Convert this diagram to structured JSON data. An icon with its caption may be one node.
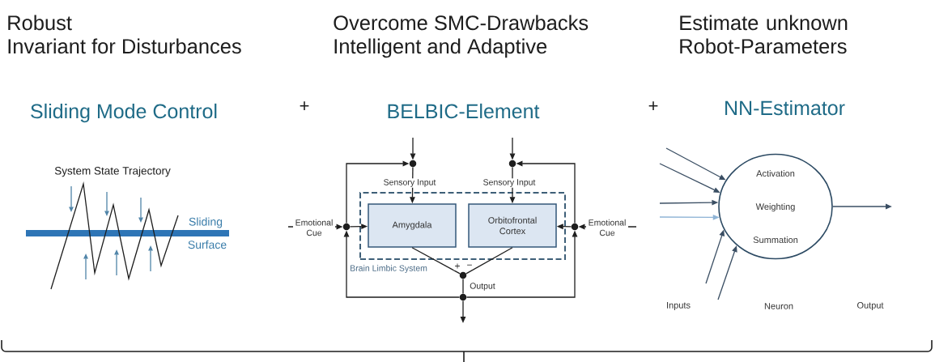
{
  "diagram": {
    "nodes": [
      {
        "text": [
          "Brain Limbic System"
        ]
      },
      {
        "text": [
          "Amygdala"
        ],
        "in": 0
      },
      {
        "text": [
          "Orbitofrontal Cortex"
        ],
        "in": 0
      },
      {
        "text": [],
        "shape": "circle"
      },
      {
        "text": [],
        "shape": "circle"
      },
      {
        "text": [],
        "shape": "circle"
      },
      {
        "text": [],
        "shape": "circle"
      },
      {
        "text": [],
        "shape": "circle"
      },
      {
        "text": [],
        "shape": "circle"
      },
      {
        "text": [
          "Activation",
          "Weighting",
          "Summation"
        ]
      }
    ],
    "edges": [
      {
        "from": null,
        "to": 3,
        "arrow": "to"
      },
      {
        "from": 3,
        "to": 1,
        "arrow": "to",
        "label": "Sensory Input"
      },
      {
        "from": null,
        "to": 4,
        "arrow": "to"
      },
      {
        "from": 4,
        "to": 2,
        "arrow": "to",
        "label": "Sensory Input"
      },
      {
        "from": null,
        "to": 5,
        "arrow": "to",
        "label": "Emotional Cue"
      },
      {
        "from": 5,
        "to": 1,
        "arrow": "to"
      },
      {
        "from": null,
        "to": 6,
        "arrow": "to",
        "label": "Emotional Cue"
      },
      {
        "from": 6,
        "to": 2,
        "arrow": "to"
      },
      {
        "from": 1,
        "to": 7,
        "arrow": "none",
        "label": "+"
      },
      {
        "from": 2,
        "to": 7,
        "arrow": "none",
        "label": "−"
      },
      {
        "from": 7,
        "to": 8,
        "arrow": "none",
        "label": "Output"
      },
      {
        "from": 8,
        "to": null,
        "arrow": "to"
      },
      {
        "from": 8,
        "to": 5,
        "arrow": "to"
      },
      {
        "from": 5,
        "to": 3,
        "arrow": "to"
      },
      {
        "from": 8,
        "to": 6,
        "arrow": "to"
      },
      {
        "from": 6,
        "to": 4,
        "arrow": "to"
      },
      {
        "from": null,
        "to": 9,
        "arrow": "to"
      },
      {
        "from": null,
        "to": 9,
        "arrow": "to"
      },
      {
        "from": null,
        "to": 9,
        "arrow": "to"
      },
      {
        "from": null,
        "to": 9,
        "arrow": "to",
        "color": "#8fb4d6"
      },
      {
        "from": null,
        "to": 9,
        "arrow": "to"
      },
      {
        "from": null,
        "to": 9,
        "arrow": "to"
      },
      {
        "from": 9,
        "to": null,
        "arrow": "to"
      }
    ],
    "labels": [
      "Robust",
      "Invariant for Disturbances",
      "Overcome SMC-Drawbacks",
      "Intelligent and Adaptive",
      "Estimate unknown Robot-Parameters",
      "Sliding Mode Control",
      "+",
      "BELBIC-Element",
      "+",
      "NN-Estimator",
      "System State Trajectory",
      "Sliding",
      "Surface",
      "Inputs",
      "Neuron",
      "Output"
    ]
  }
}
